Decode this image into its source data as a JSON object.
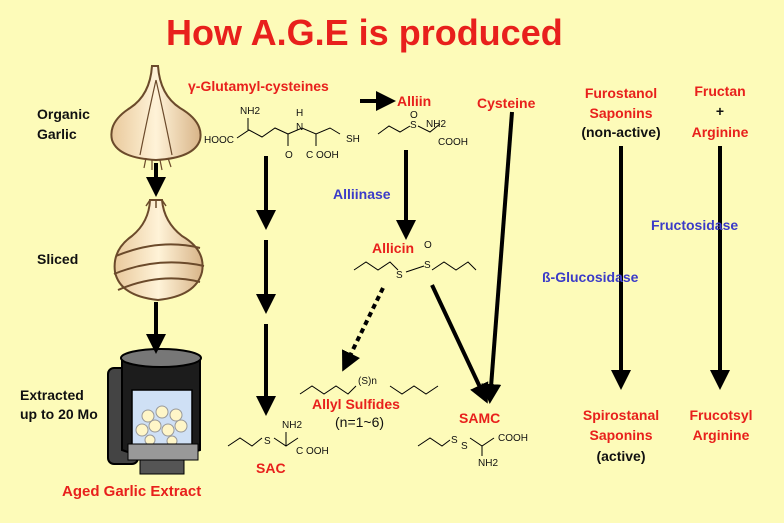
{
  "title": "How A.G.E is produced",
  "steps": {
    "organic": "Organic\nGarlic",
    "sliced": "Sliced",
    "extracted": "Extracted\nup to 20 Mo",
    "final": "Aged Garlic Extract"
  },
  "compounds": {
    "gamma_glutamyl": "γ-Glutamyl-cysteines",
    "alliin": "Alliin",
    "cysteine": "Cysteine",
    "allicin": "Allicin",
    "allyl_sulfides": "Allyl Sulfides",
    "allyl_sulfides_n": "(n=1~6)",
    "samc": "SAMC",
    "sac": "SAC",
    "furostanol": "Furostanol\nSaponins",
    "furostanol_state": "(non-active)",
    "spirostanal": "Spirostanal\nSaponins",
    "spirostanal_state": "(active)",
    "fructan": "Fructan",
    "plus": "+",
    "arginine": "Arginine",
    "frucotsyl": "Frucotsyl\nArginine"
  },
  "enzymes": {
    "alliinase": "Alliinase",
    "glucosidase": "ß-Glucosidase",
    "fructosidase": "Fructosidase"
  },
  "chem_labels": {
    "nh2": "NH2",
    "h": "H",
    "hooc": "HOOC",
    "n": "N",
    "o": "O",
    "sh": "SH",
    "cooh_spaced": "C OOH",
    "cooh": "COOH",
    "s": "S",
    "sn": "(S)n"
  },
  "colors": {
    "background": "#fdfbb9",
    "title_red": "#e8201c",
    "enzyme_blue": "#3b3bc8",
    "text_black": "#111111"
  }
}
